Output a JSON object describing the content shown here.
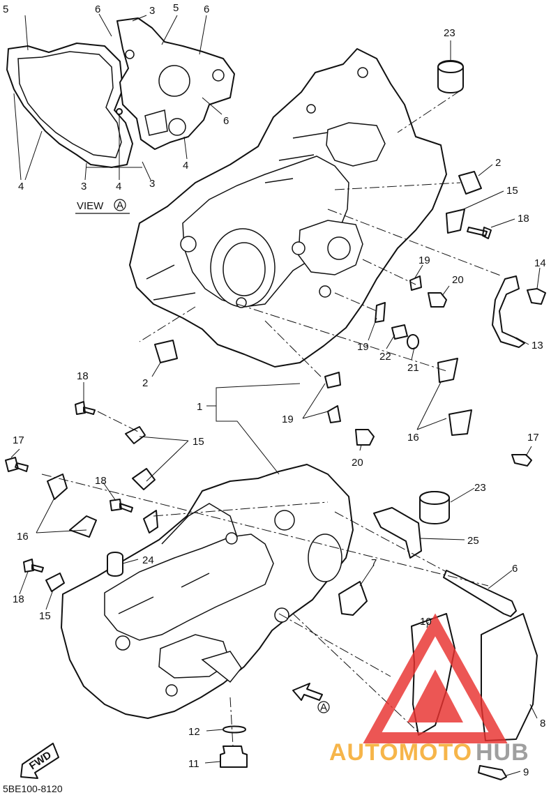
{
  "colors": {
    "ink": "#111111",
    "watermark_red": "#e8312f",
    "watermark_orange": "#f5a623",
    "watermark_gray": "#8a8a8a"
  },
  "view": {
    "label": "VIEW",
    "mark": "A"
  },
  "arrow_mark": "A",
  "fwd_label": "FWD",
  "diagram_code": "5BE100-8120",
  "watermark": {
    "part1": "AUTOMOTO",
    "part2": "HUB"
  },
  "callouts": {
    "inset": [
      {
        "text": "5"
      },
      {
        "text": "6"
      },
      {
        "text": "3"
      },
      {
        "text": "5"
      },
      {
        "text": "6"
      },
      {
        "text": "6"
      },
      {
        "text": "4"
      },
      {
        "text": "4"
      },
      {
        "text": "3"
      },
      {
        "text": "4"
      },
      {
        "text": "3"
      }
    ],
    "main": [
      {
        "text": "23"
      },
      {
        "text": "2"
      },
      {
        "text": "15"
      },
      {
        "text": "18"
      },
      {
        "text": "14"
      },
      {
        "text": "13"
      },
      {
        "text": "19"
      },
      {
        "text": "20"
      },
      {
        "text": "19"
      },
      {
        "text": "22"
      },
      {
        "text": "21"
      },
      {
        "text": "2"
      },
      {
        "text": "1"
      },
      {
        "text": "18"
      },
      {
        "text": "19"
      },
      {
        "text": "20"
      },
      {
        "text": "16"
      },
      {
        "text": "17"
      },
      {
        "text": "15"
      },
      {
        "text": "17"
      },
      {
        "text": "18"
      },
      {
        "text": "16"
      },
      {
        "text": "24"
      },
      {
        "text": "18"
      },
      {
        "text": "15"
      },
      {
        "text": "23"
      },
      {
        "text": "25"
      },
      {
        "text": "7"
      },
      {
        "text": "6"
      },
      {
        "text": "10"
      },
      {
        "text": "8"
      },
      {
        "text": "12"
      },
      {
        "text": "11"
      },
      {
        "text": "9"
      }
    ]
  }
}
